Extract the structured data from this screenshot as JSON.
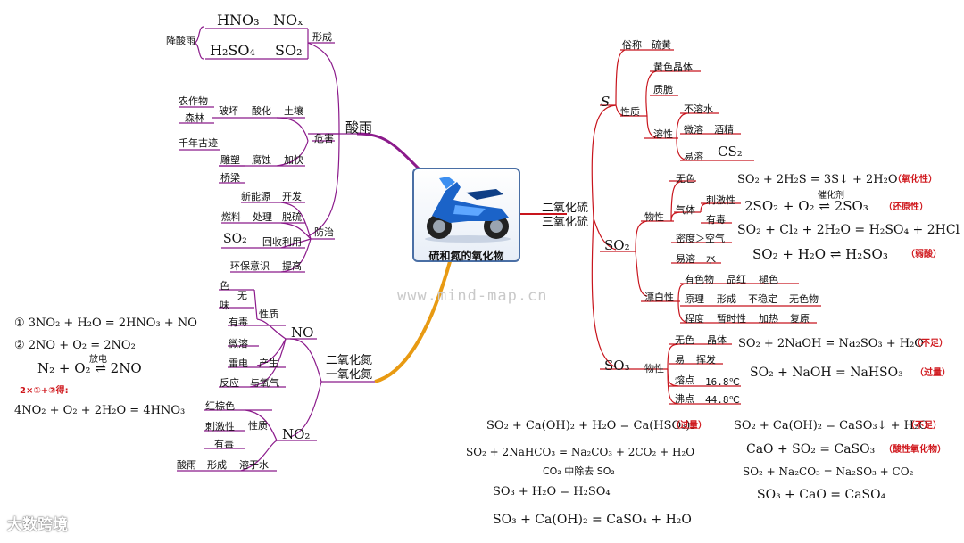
{
  "center": {
    "title": "硫和氮的氧化物"
  },
  "watermark": "www.mind-map.cn",
  "logo": "大数跨境",
  "colors": {
    "purple": "#8b1a8b",
    "red": "#c8151d",
    "orange": "#e89a12",
    "center_border": "#4a6fa5",
    "formula_red": "#d0191e"
  },
  "acid_rain": {
    "title": "酸雨",
    "formation": {
      "label": "形成",
      "group": "降酸雨",
      "formulas": [
        "HNO₃",
        "NOₓ",
        "H₂SO₄",
        "SO₂"
      ]
    },
    "harm": {
      "label": "危害",
      "items": [
        "破坏",
        "酸化",
        "土壤",
        "农作物",
        "森林",
        "千年古迹",
        "雕塑",
        "桥梁",
        "腐蚀",
        "加快"
      ]
    },
    "prevention": {
      "label": "防治",
      "items": [
        "新能源",
        "开发",
        "燃料",
        "处理",
        "脱硫",
        "SO₂",
        "回收利用",
        "环保意识",
        "提高"
      ]
    }
  },
  "nitrogen_oxides": {
    "title_line1": "二氧化氮",
    "title_line2": "一氧化氮",
    "no": {
      "label": "NO",
      "properties": "性质",
      "items": [
        "色",
        "味",
        "无",
        "有毒",
        "微溶",
        "雷电",
        "产生",
        "反应",
        "与氧气"
      ]
    },
    "no2": {
      "label": "NO₂",
      "properties": "性质",
      "items": [
        "红棕色",
        "刺激性",
        "有毒",
        "酸雨",
        "形成",
        "溶于水"
      ]
    },
    "equations": {
      "eq1": "① 3NO₂ + H₂O = 2HNO₃ + NO",
      "eq2": "②  2NO + O₂ = 2NO₂",
      "eq3": "N₂ + O₂ ⇌ 2NO",
      "eq3_cond": "放电",
      "note": "2×①+②得:",
      "eq4": "4NO₂ + O₂ + 2H₂O = 4HNO₃"
    }
  },
  "sulfur": {
    "title_line1": "二氧化硫",
    "title_line2": "三氧化硫",
    "s": {
      "label": "S",
      "common_name_label": "俗称",
      "common_name": "硫黄",
      "properties": "性质",
      "items": [
        "黄色晶体",
        "质脆",
        "溶性",
        "不溶水",
        "微溶",
        "酒精",
        "易溶",
        "CS₂"
      ]
    },
    "so2": {
      "label": "SO₂",
      "physical": "物性",
      "bleach": "漂白性",
      "physical_items": [
        "无色",
        "气体",
        "刺激性",
        "有毒",
        "密度＞空气",
        "易溶",
        "水"
      ],
      "bleach_items": [
        "有色物",
        "品红",
        "褪色",
        "原理",
        "形成",
        "不稳定",
        "无色物",
        "程度",
        "暂时性",
        "加热",
        "复原"
      ],
      "equations": [
        {
          "eq": "SO₂ + 2H₂S = 3S↓ + 2H₂O",
          "tag": "（氧化性）"
        },
        {
          "eq": "2SO₂ + O₂ ⇌ 2SO₃",
          "cond": "催化剂",
          "tag": "（还原性）"
        },
        {
          "eq": "SO₂ + Cl₂ + 2H₂O = H₂SO₄ + 2HCl",
          "tag": ""
        },
        {
          "eq": "SO₂ + H₂O ⇌ H₂SO₃",
          "tag": "（弱酸）"
        }
      ]
    },
    "so3": {
      "label": "SO₃",
      "physical": "物性",
      "items": [
        "无色",
        "晶体",
        "易",
        "挥发",
        "熔点",
        "16.8℃",
        "沸点",
        "44.8℃"
      ],
      "equations": [
        {
          "eq": "SO₂ + 2NaOH = Na₂SO₃ + H₂O",
          "tag": "（不足）"
        },
        {
          "eq": "SO₂ + NaOH = NaHSO₃",
          "tag": "（过量）"
        }
      ]
    }
  },
  "bottom_equations": {
    "left": [
      {
        "eq": "SO₂ + Ca(OH)₂ + H₂O = Ca(HSO₃)₂",
        "tag": "（过量）"
      },
      {
        "eq": "SO₂ + 2NaHCO₃ = Na₂CO₃ + 2CO₂ + H₂O",
        "tag": ""
      },
      {
        "eq": "CO₂ 中除去 SO₂",
        "tag": ""
      },
      {
        "eq": "SO₃ + H₂O = H₂SO₄",
        "tag": ""
      },
      {
        "eq": "SO₃ + Ca(OH)₂ = CaSO₄ + H₂O",
        "tag": ""
      }
    ],
    "right": [
      {
        "eq": "SO₂ + Ca(OH)₂ = CaSO₃↓ + H₂O",
        "tag": "（不足）"
      },
      {
        "eq": "CaO + SO₂ = CaSO₃",
        "tag": "（酸性氧化物）"
      },
      {
        "eq": "SO₂ + Na₂CO₃ = Na₂SO₃ + CO₂",
        "tag": ""
      },
      {
        "eq": "SO₃ + CaO = CaSO₄",
        "tag": ""
      }
    ]
  }
}
